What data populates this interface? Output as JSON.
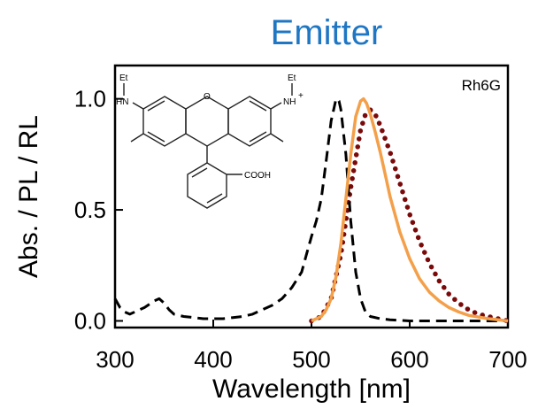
{
  "colors": {
    "title": "#1f77c4",
    "absorption": "#000000",
    "pl": "#f4a04a",
    "rl": "#7a0a0a"
  },
  "molecule": {
    "et_left": "Et",
    "hn": "HN",
    "et_right": "Et",
    "nh_plus": "NH",
    "plus": "+",
    "o": "O",
    "cooh": "COOH"
  },
  "chart_data": {
    "type": "line",
    "title": "Emitter",
    "xlabel": "Wavelength [nm]",
    "ylabel": "Abs. / PL / RL",
    "xlim": [
      300,
      700
    ],
    "ylim": [
      -0.03,
      1.15
    ],
    "xticks": [
      300,
      400,
      500,
      600,
      700
    ],
    "xtick_labels": [
      "300",
      "400",
      "500",
      "600",
      "700"
    ],
    "yticks": [
      0.0,
      0.5,
      1.0
    ],
    "ytick_labels": [
      "0.0",
      "0.5",
      "1.0"
    ],
    "grid": false,
    "legend": "none",
    "annotation": "Rh6G",
    "series": [
      {
        "style": "dashed",
        "x": [
          300,
          305,
          310,
          315,
          320,
          330,
          340,
          345,
          350,
          355,
          360,
          370,
          380,
          390,
          400,
          410,
          420,
          430,
          440,
          450,
          460,
          470,
          480,
          490,
          495,
          500,
          505,
          510,
          515,
          520,
          525,
          528,
          530,
          535,
          540,
          545,
          550,
          555,
          560,
          570,
          580,
          600,
          650,
          700
        ],
        "y": [
          0.1,
          0.06,
          0.04,
          0.03,
          0.04,
          0.06,
          0.09,
          0.1,
          0.08,
          0.05,
          0.03,
          0.02,
          0.015,
          0.01,
          0.01,
          0.01,
          0.015,
          0.02,
          0.03,
          0.05,
          0.07,
          0.1,
          0.15,
          0.22,
          0.3,
          0.38,
          0.45,
          0.55,
          0.72,
          0.9,
          1.0,
          0.99,
          0.95,
          0.75,
          0.45,
          0.22,
          0.1,
          0.04,
          0.02,
          0.01,
          0.005,
          0.0,
          0.0,
          0.0
        ]
      },
      {
        "style": "solid",
        "x": [
          500,
          510,
          515,
          520,
          525,
          530,
          535,
          540,
          545,
          550,
          553,
          556,
          560,
          565,
          570,
          575,
          580,
          590,
          600,
          610,
          620,
          630,
          640,
          650,
          660,
          680,
          700
        ],
        "y": [
          0.0,
          0.02,
          0.05,
          0.1,
          0.2,
          0.35,
          0.55,
          0.75,
          0.92,
          0.99,
          1.0,
          0.98,
          0.93,
          0.85,
          0.76,
          0.66,
          0.56,
          0.4,
          0.28,
          0.19,
          0.13,
          0.09,
          0.06,
          0.04,
          0.025,
          0.01,
          0.0
        ]
      },
      {
        "style": "dotted",
        "x": [
          500,
          510,
          520,
          530,
          540,
          550,
          555,
          560,
          565,
          570,
          580,
          590,
          600,
          610,
          620,
          630,
          640,
          650,
          660,
          670,
          680,
          700
        ],
        "y": [
          0.0,
          0.02,
          0.1,
          0.3,
          0.6,
          0.86,
          0.93,
          0.95,
          0.93,
          0.88,
          0.76,
          0.62,
          0.48,
          0.36,
          0.26,
          0.18,
          0.12,
          0.08,
          0.05,
          0.03,
          0.02,
          0.0
        ]
      }
    ]
  }
}
